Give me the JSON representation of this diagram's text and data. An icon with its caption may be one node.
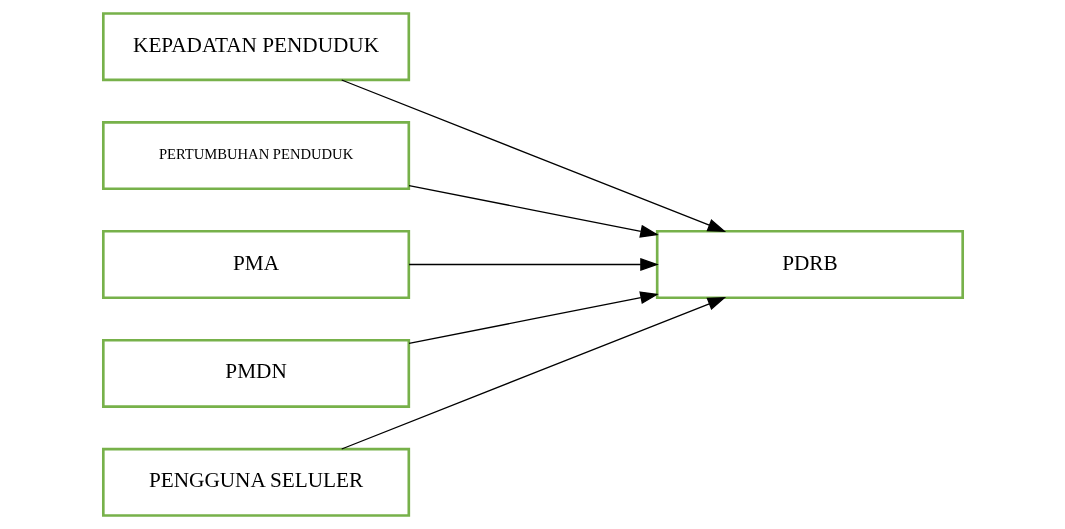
{
  "diagram": {
    "nodes": [
      {
        "text": [
          "KEPADATAN PENDUDUK"
        ]
      },
      {
        "text": [
          "PERTUMBUHAN PENDUDUK"
        ]
      },
      {
        "text": [
          "PMA"
        ]
      },
      {
        "text": [
          "PMDN"
        ]
      },
      {
        "text": [
          "PENGGUNA SELULER"
        ]
      },
      {
        "text": [
          "PDRB"
        ]
      }
    ],
    "edges": [
      {
        "from": 0,
        "to": 5,
        "arrow": "to"
      },
      {
        "from": 1,
        "to": 5,
        "arrow": "to"
      },
      {
        "from": 2,
        "to": 5,
        "arrow": "to"
      },
      {
        "from": 3,
        "to": 5,
        "arrow": "to"
      },
      {
        "from": 4,
        "to": 5,
        "arrow": "to"
      }
    ]
  }
}
